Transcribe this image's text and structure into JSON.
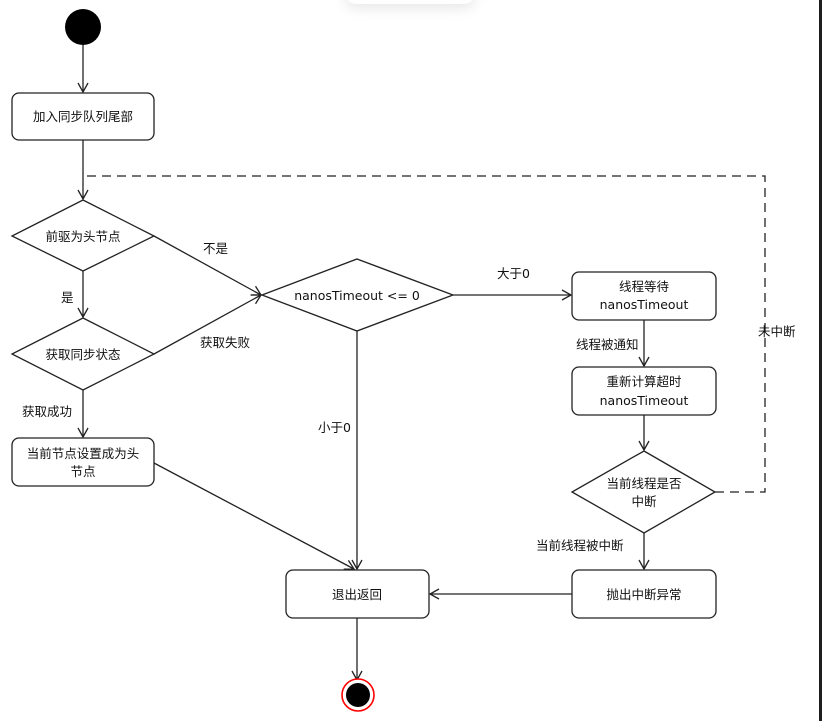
{
  "diagram": {
    "type": "activity-flowchart",
    "colors": {
      "line": "#222222",
      "start_fill": "#000000",
      "end_fill": "#000000",
      "end_ring": "#ff0000",
      "background": "#ffffff"
    },
    "nodes": {
      "start": {
        "kind": "initial"
      },
      "enqueue": {
        "kind": "action",
        "label": "加入同步队列尾部"
      },
      "pred_is_head": {
        "kind": "decision",
        "label": "前驱为头节点"
      },
      "acquire_state": {
        "kind": "decision",
        "label": "获取同步状态"
      },
      "set_head": {
        "kind": "action",
        "lines": [
          "当前节点设置成为头",
          "节点"
        ]
      },
      "timeout_check": {
        "kind": "decision",
        "label": "nanosTimeout <= 0"
      },
      "thread_wait": {
        "kind": "action",
        "lines": [
          "线程等待",
          "nanosTimeout"
        ]
      },
      "recalc_timeout": {
        "kind": "action",
        "lines": [
          "重新计算超时",
          "nanosTimeout"
        ]
      },
      "interrupted_check": {
        "kind": "decision",
        "lines": [
          "当前线程是否",
          "中断"
        ]
      },
      "throw_interrupt": {
        "kind": "action",
        "label": "抛出中断异常"
      },
      "exit_return": {
        "kind": "action",
        "label": "退出返回"
      },
      "end": {
        "kind": "final"
      }
    },
    "edges": {
      "not_head": {
        "from": "pred_is_head",
        "to": "timeout_check",
        "label": "不是"
      },
      "is_head": {
        "from": "pred_is_head",
        "to": "acquire_state",
        "label": "是"
      },
      "acquire_failed": {
        "from": "acquire_state",
        "to": "timeout_check",
        "label": "获取失败"
      },
      "acquire_success": {
        "from": "acquire_state",
        "to": "set_head",
        "label": "获取成功"
      },
      "greater_than_zero": {
        "from": "timeout_check",
        "to": "thread_wait",
        "label": "大于0"
      },
      "less_than_zero": {
        "from": "timeout_check",
        "to": "exit_return",
        "label": "小于0"
      },
      "notified": {
        "from": "thread_wait",
        "to": "recalc_timeout",
        "label": "线程被通知"
      },
      "not_interrupted": {
        "from": "interrupted_check",
        "to": "pred_is_head",
        "label": "未中断",
        "style": "dashed"
      },
      "interrupted": {
        "from": "interrupted_check",
        "to": "throw_interrupt",
        "label": "当前线程被中断"
      },
      "set_head_to_exit": {
        "from": "set_head",
        "to": "exit_return",
        "label": ""
      },
      "throw_to_exit": {
        "from": "throw_interrupt",
        "to": "exit_return",
        "label": ""
      },
      "exit_to_end": {
        "from": "exit_return",
        "to": "end",
        "label": ""
      }
    }
  }
}
